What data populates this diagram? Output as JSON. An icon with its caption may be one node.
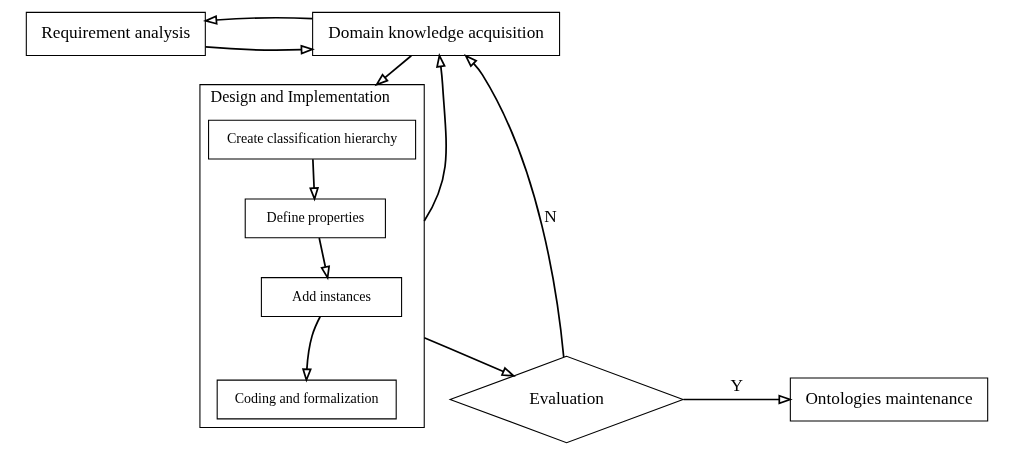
{
  "diagram": {
    "nodes": [
      {
        "text": [
          "Requirement analysis"
        ]
      },
      {
        "text": [
          "Domain knowledge acquisition"
        ]
      },
      {
        "text": [
          "Design and Implementation"
        ]
      },
      {
        "text": [
          "Create classification hierarchy"
        ],
        "in": 2
      },
      {
        "text": [
          "Define properties"
        ],
        "in": 2
      },
      {
        "text": [
          "Add instances"
        ],
        "in": 2
      },
      {
        "text": [
          "Coding and formalization"
        ],
        "in": 2
      },
      {
        "text": [
          "Evaluation"
        ]
      },
      {
        "text": [
          "Ontologies maintenance"
        ]
      }
    ],
    "edges": [
      {
        "from": 0,
        "to": 1,
        "arrow": "to"
      },
      {
        "from": 1,
        "to": 0,
        "arrow": "to"
      },
      {
        "from": 1,
        "to": 2,
        "arrow": "to"
      },
      {
        "from": 2,
        "to": 1,
        "arrow": "to"
      },
      {
        "from": 3,
        "to": 4,
        "arrow": "to"
      },
      {
        "from": 4,
        "to": 5,
        "arrow": "to"
      },
      {
        "from": 5,
        "to": 6,
        "arrow": "to"
      },
      {
        "from": 2,
        "to": 7,
        "arrow": "to"
      },
      {
        "from": 7,
        "to": 1,
        "arrow": "to",
        "label": "N"
      },
      {
        "from": 7,
        "to": 8,
        "arrow": "to",
        "label": "Y"
      }
    ]
  }
}
